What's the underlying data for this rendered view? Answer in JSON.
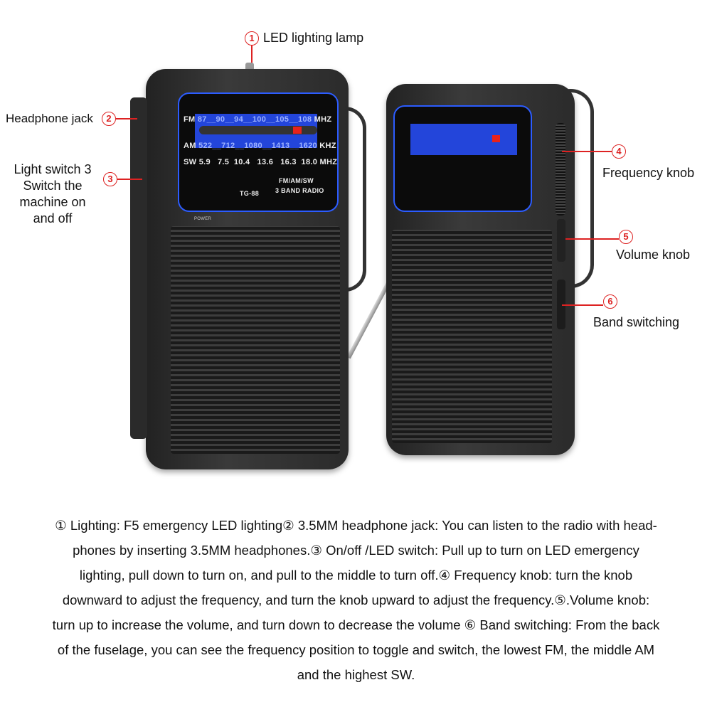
{
  "callouts": [
    {
      "num": "1",
      "label": "LED lighting lamp"
    },
    {
      "num": "2",
      "label": "Headphone jack"
    },
    {
      "num": "3",
      "label_lines": [
        "Light switch 3",
        "Switch the",
        "machine on",
        "and off"
      ]
    },
    {
      "num": "4",
      "label": "Frequency knob"
    },
    {
      "num": "5",
      "label": "Volume knob"
    },
    {
      "num": "6",
      "label": "Band switching"
    }
  ],
  "radio": {
    "fm_label": "FM",
    "fm_scale": "87__90__94__100__105__108",
    "fm_unit": "MHZ",
    "am_label": "AM",
    "am_scale": "522__712__1080__1413__1620",
    "am_unit": "KHZ",
    "sw_label": "SW",
    "sw_scale": "5.9   7.5  10.4   13.6   16.3  18.0",
    "sw_unit": "MHZ",
    "model": "TG-88",
    "bands": "FM/AM/SW",
    "band_desc": "3 BAND RADIO",
    "power": "POWER",
    "indicator_color": "#e8221b",
    "display_accent": "#2c5cff"
  },
  "description_lines": [
    "① Lighting: F5 emergency LED lighting② 3.5MM headphone jack: You can listen to the radio with head-",
    "phones by inserting 3.5MM headphones.③ On/off /LED switch: Pull up to turn on LED emergency",
    "lighting, pull down to turn on, and pull to the middle to turn off.④ Frequency knob: turn the knob",
    "downward to adjust the frequency, and turn the knob upward to adjust the frequency.⑤.Volume knob:",
    "turn up to increase the volume, and turn down to decrease the volume ⑥ Band switching: From the back",
    "of the fuselage, you can see the frequency position to toggle and switch, the lowest FM, the middle AM",
    "and the highest SW."
  ]
}
